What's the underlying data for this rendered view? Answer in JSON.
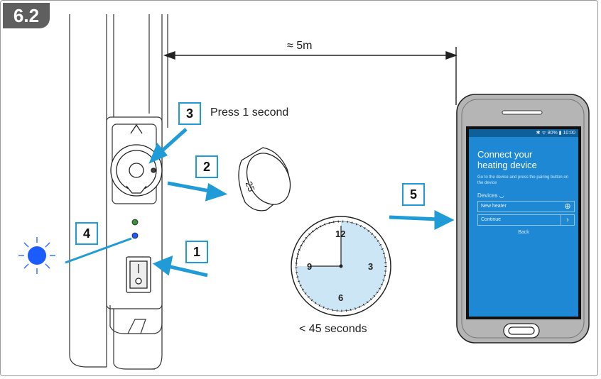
{
  "section_number": "6.2",
  "distance_label": "≈ 5m",
  "steps": {
    "s1": "1",
    "s2": "2",
    "s3": "3",
    "s4": "4",
    "s5": "5"
  },
  "step3_text": "Press 1 second",
  "timer_text": "< 45 seconds",
  "clock_numbers": {
    "twelve": "12",
    "three": "3",
    "six": "6",
    "nine": "9"
  },
  "thermostat_number": "25",
  "phone_app": {
    "status": "✱ ᯤ 80% ▮ 10:00",
    "title_line1": "Connect your",
    "title_line2": "heating device",
    "subtitle": "Go to the device and press the pairing button on the device",
    "devices_label": "Devices ◡",
    "new_heater": "New heater",
    "new_heater_icon": "⊕",
    "continue": "Continue",
    "continue_icon": "›",
    "back": "Back"
  },
  "colors": {
    "accent_blue": "#1f9bd7",
    "led_blue": "#1a5cff",
    "screen_blue": "#1e88d4",
    "badge_gray": "#5f5f5f",
    "clock_face": "#cce6f6"
  }
}
